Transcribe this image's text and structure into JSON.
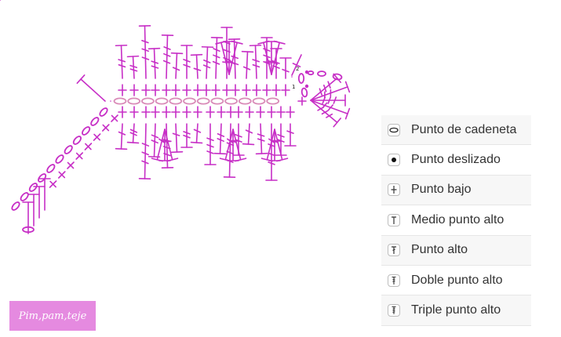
{
  "colors": {
    "stitch": "#c72fc6",
    "chain": "#d98bb8",
    "legend_text": "#333333",
    "brand_bg": "#e58ae0"
  },
  "diagram": {
    "row_numbers": [
      "1",
      "2"
    ]
  },
  "legend": {
    "items": [
      {
        "label": "Punto de cadeneta",
        "icon": "chain-icon"
      },
      {
        "label": "Punto deslizado",
        "icon": "slip-stitch-icon"
      },
      {
        "label": "Punto bajo",
        "icon": "single-crochet-icon"
      },
      {
        "label": "Medio punto alto",
        "icon": "half-double-crochet-icon"
      },
      {
        "label": "Punto alto",
        "icon": "double-crochet-icon"
      },
      {
        "label": "Doble punto alto",
        "icon": "treble-crochet-icon"
      },
      {
        "label": "Triple punto alto",
        "icon": "double-treble-crochet-icon"
      }
    ]
  },
  "brand": {
    "text": "Pim,pam,teje"
  }
}
